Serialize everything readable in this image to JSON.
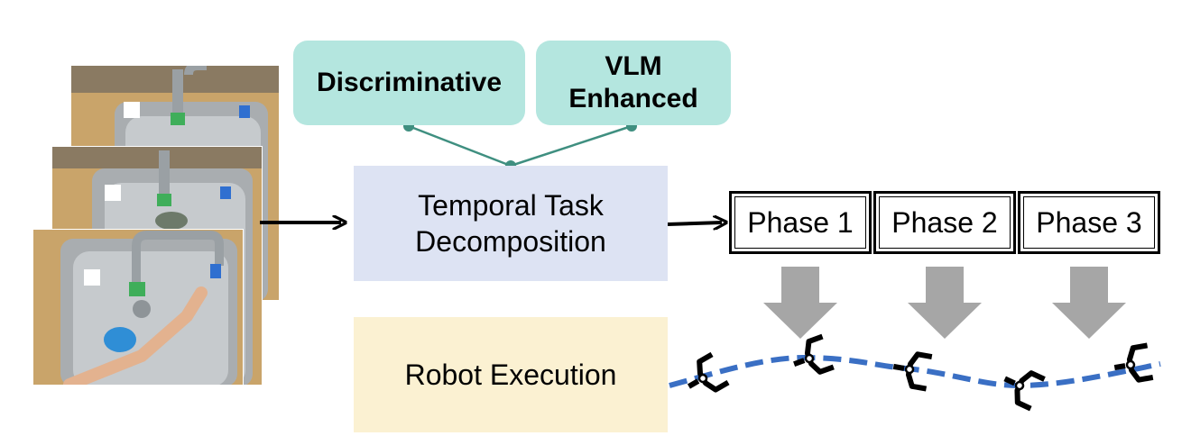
{
  "methods": {
    "discriminative": "Discriminative",
    "vlm_line1": "VLM",
    "vlm_line2": "Enhanced"
  },
  "decomposition": {
    "line1": "Temporal Task",
    "line2": "Decomposition"
  },
  "execution": {
    "label": "Robot Execution"
  },
  "phases": [
    "Phase 1",
    "Phase 2",
    "Phase 3"
  ],
  "colors": {
    "teal_box": "#b4e6df",
    "connector": "#3f8f80",
    "decomposition_box": "#dde3f3",
    "execution_box": "#fbf1d2",
    "trajectory": "#3a6fc4",
    "down_arrow": "#a6a6a6"
  }
}
